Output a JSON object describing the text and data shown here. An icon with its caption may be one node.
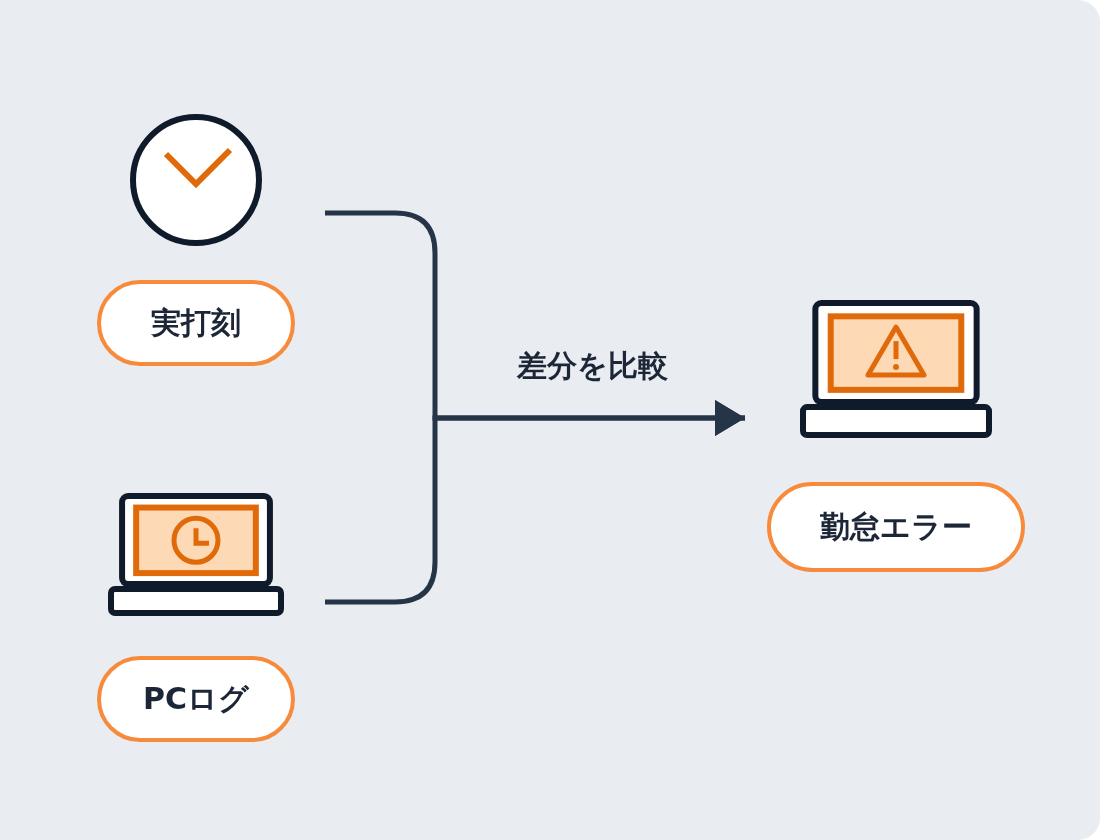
{
  "diagram": {
    "nodes": [
      {
        "text": [],
        "shape": "circle"
      },
      {
        "text": [
          "実打刻"
        ]
      },
      {
        "text": [],
        "shape": "picture"
      },
      {
        "text": [
          "PCログ"
        ]
      },
      {
        "text": [],
        "shape": "picture"
      },
      {
        "text": [
          "勤怠エラー"
        ]
      }
    ],
    "edges": [
      {
        "from": 0,
        "to": 4,
        "arrow": "to",
        "label": "差分を比較"
      },
      {
        "from": 2,
        "to": 4,
        "arrow": "to"
      }
    ]
  }
}
